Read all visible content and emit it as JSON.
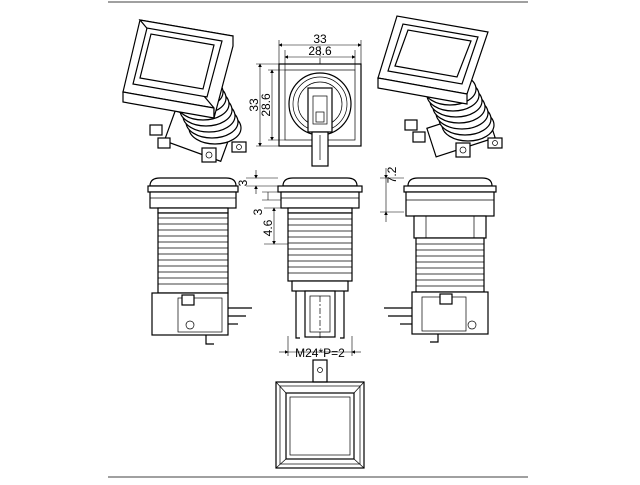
{
  "dimensions": {
    "outer_width": "33",
    "inner_width": "28.6",
    "outer_height": "33",
    "inner_height": "28.6",
    "bezel_gap": "3",
    "bezel_thickness": "3",
    "panel_range": "4.6",
    "cap_height": "7.2",
    "thread_spec": "M24*P=2"
  },
  "colors": {
    "line": "#000000",
    "background": "#ffffff"
  }
}
